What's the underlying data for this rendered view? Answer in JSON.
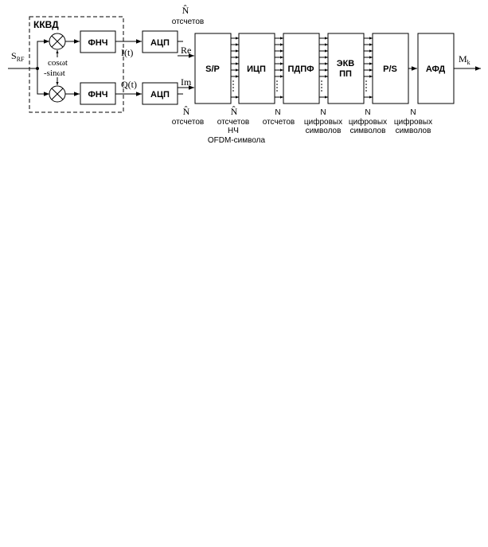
{
  "input_signal": {
    "main": "S",
    "sub": "RF"
  },
  "output_signal": {
    "main": "M",
    "sub": "k"
  },
  "receiver_group_label": "ККВД",
  "lo_labels": {
    "cos": "cosωt",
    "sin": "-sinωt"
  },
  "channel_labels": {
    "i": "I(t)",
    "q": "Q(t)",
    "re": "Re",
    "im": "Im"
  },
  "blocks": {
    "lpf_top": "ФНЧ",
    "lpf_bottom": "ФНЧ",
    "adc_top": "АЦП",
    "adc_bottom": "АЦП",
    "sp": "S/P",
    "idft": "ИЦП",
    "pdpf": "ПДПФ",
    "eq_line1": "ЭКВ",
    "eq_line2": "ПП",
    "ps": "P/S",
    "afd": "АФД"
  },
  "annotations": {
    "top_adc_n": "N̂",
    "top_adc_text": "отсчетов",
    "bottom_adc_n": "N̂",
    "bottom_adc_text": "отсчетов",
    "sp_out_n": "N̂",
    "sp_out_line1": "отсчетов",
    "sp_out_line2": "НЧ",
    "sp_out_line3": "OFDM-символа",
    "idft_out_n": "N",
    "idft_out_text": "отсчетов",
    "pdpf_out_n": "N",
    "pdpf_out_line1": "цифровых",
    "pdpf_out_line2": "символов",
    "eq_out_n": "N",
    "eq_out_line1": "цифровых",
    "eq_out_line2": "символов",
    "ps_in_n": "N",
    "ps_in_line1": "цифровых",
    "ps_in_line2": "символов"
  }
}
